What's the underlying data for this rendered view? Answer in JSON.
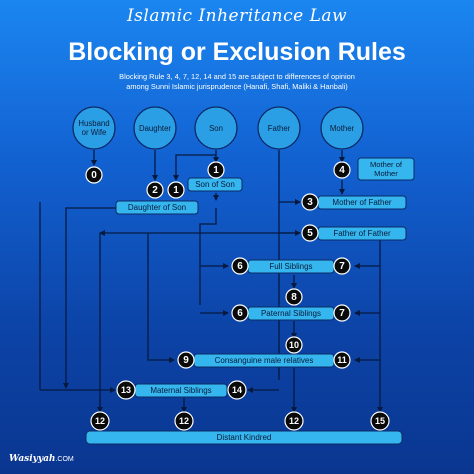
{
  "header": {
    "script_title": "Islamic Inheritance Law",
    "title": "Blocking or Exclusion Rules",
    "subtitle_line1": "Blocking Rule 3, 4, 7, 12, 14 and 15 are subject to differences of opinion",
    "subtitle_line2": "among Sunni Islamic jurisprudence (Hanafi, Shafi, Maliki & Hanbali)"
  },
  "heirs": {
    "husband_or_wife": "Husband or Wife",
    "daughter": "Daughter",
    "son": "Son",
    "father": "Father",
    "mother": "Mother"
  },
  "boxes": {
    "mother_of_mother": "Mother of Mother",
    "son_of_son": "Son of Son",
    "daughter_of_son": "Daughter of Son",
    "mother_of_father": "Mother of Father",
    "father_of_father": "Father of Father",
    "full_siblings": "Full Siblings",
    "paternal_siblings": "Paternal Siblings",
    "consanguine_male_relatives": "Consanguine male relatives",
    "maternal_siblings": "Maternal Siblings",
    "distant_kindred": "Distant Kindred"
  },
  "rule_numbers": {
    "r0": "0",
    "r1": "1",
    "r2": "2",
    "r1b": "1",
    "r4": "4",
    "r3": "3",
    "r5": "5",
    "r6a": "6",
    "r7a": "7",
    "r8": "8",
    "r6b": "6",
    "r7b": "7",
    "r10": "10",
    "r9": "9",
    "r11": "11",
    "r13": "13",
    "r14": "14",
    "r12a": "12",
    "r12b": "12",
    "r12c": "12",
    "r15": "15"
  },
  "brand": {
    "name": "Wasiyyah",
    "suffix": ".COM"
  },
  "colors": {
    "accent_box": "#35b6ee",
    "heir_circle": "#2b9fe6",
    "badge": "#0a0a0a",
    "line": "#061a40"
  }
}
